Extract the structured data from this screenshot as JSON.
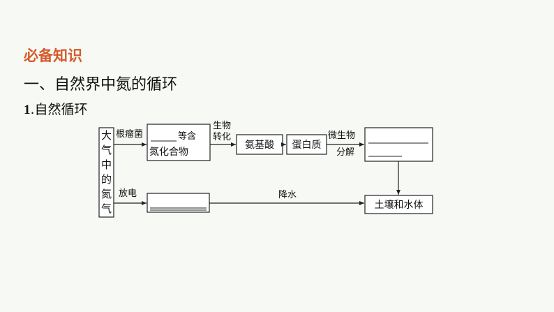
{
  "section": {
    "title": "必备知识"
  },
  "heading1": "一、自然界中氮的循环",
  "heading2": {
    "num": "1",
    "text": ".自然循环"
  },
  "diagram": {
    "atmosphere_label": [
      "大",
      "气",
      "中",
      "的",
      "氮",
      "气"
    ],
    "nitrogen_compounds": {
      "suffix": "等含",
      "line2": "氮化合物"
    },
    "amino_acid": "氨基酸",
    "protein": "蛋白质",
    "soil_water": "土壤和水体",
    "edge_root_nodule": "根瘤菌",
    "edge_bio_conversion": [
      "生物",
      "转化"
    ],
    "edge_microbe": "微生物",
    "edge_decompose": "分解",
    "edge_discharge": "放电",
    "edge_rain": "降水"
  }
}
